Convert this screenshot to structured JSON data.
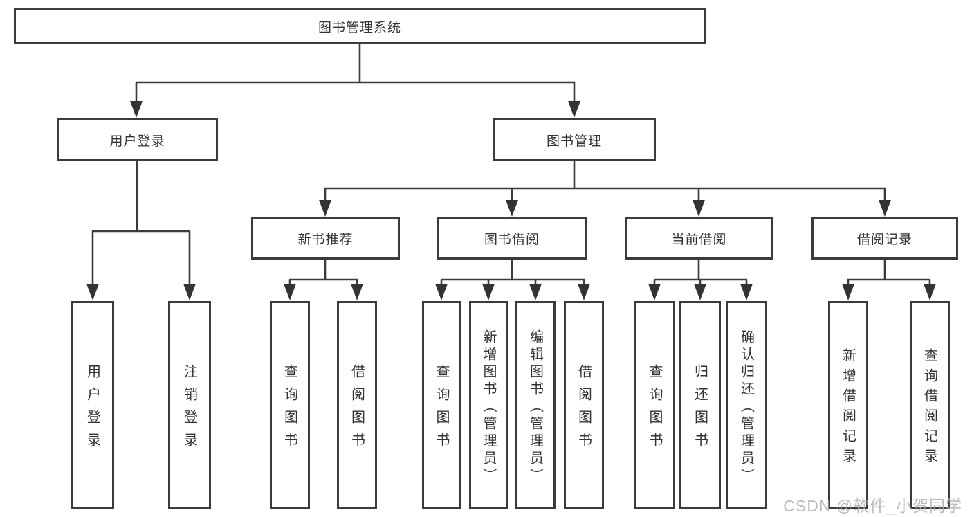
{
  "diagram": {
    "title": "图书管理系统",
    "nodes": {
      "root": {
        "label": "图书管理系统"
      },
      "user_login": {
        "label": "用户登录"
      },
      "book_mgmt": {
        "label": "图书管理"
      },
      "new_book_rec": {
        "label": "新书推荐"
      },
      "book_borrow": {
        "label": "图书借阅"
      },
      "current_borrow": {
        "label": "当前借阅"
      },
      "borrow_record": {
        "label": "借阅记录"
      },
      "leaf_user_login": {
        "label": "用户登录"
      },
      "leaf_logout": {
        "label": "注销登录"
      },
      "leaf_query_book_1": {
        "label": "查询图书"
      },
      "leaf_borrow_book_1": {
        "label": "借阅图书"
      },
      "leaf_query_book_2": {
        "label": "查询图书"
      },
      "leaf_add_book": {
        "label": "新增图书（管理员）"
      },
      "leaf_edit_book": {
        "label": "编辑图书（管理员）"
      },
      "leaf_borrow_book_2": {
        "label": "借阅图书"
      },
      "leaf_query_book_3": {
        "label": "查询图书"
      },
      "leaf_return_book": {
        "label": "归还图书"
      },
      "leaf_confirm_return": {
        "label": "确认归还（管理员）"
      },
      "leaf_add_record": {
        "label": "新增借阅记录"
      },
      "leaf_query_record": {
        "label": "查询借阅记录"
      }
    },
    "edges": [
      "图书管理系统 → 用户登录",
      "图书管理系统 → 图书管理",
      "用户登录 → 用户登录(叶), 注销登录",
      "图书管理 → 新书推荐, 图书借阅, 当前借阅, 借阅记录",
      "新书推荐 → 查询图书, 借阅图书",
      "图书借阅 → 查询图书, 新增图书（管理员）, 编辑图书（管理员）, 借阅图书",
      "当前借阅 → 查询图书, 归还图书, 确认归还（管理员）",
      "借阅记录 → 新增借阅记录, 查询借阅记录"
    ],
    "colors": {
      "line": "#3b3b3b",
      "box_border": "#3b3b3b",
      "box_fill": "#ffffff",
      "text": "#333333",
      "watermark": "#a8a8a8"
    }
  },
  "watermark": {
    "text": "CSDN @软件_小贺同学"
  }
}
